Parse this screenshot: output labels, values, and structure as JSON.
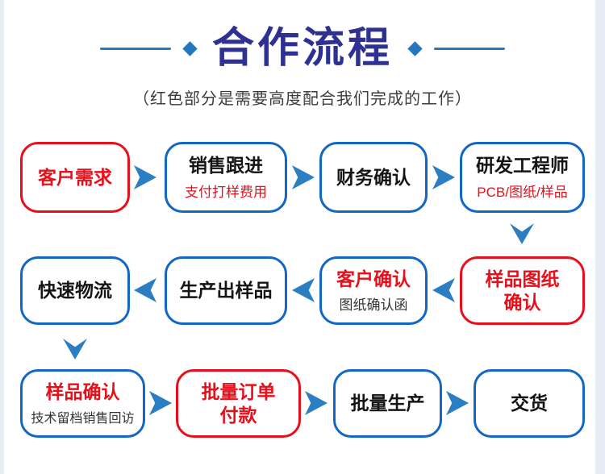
{
  "header": {
    "title": "合作流程",
    "subtitle": "（红色部分是需要高度配合我们完成的工作）"
  },
  "legend_note": "red boxes/text = steps requiring close customer cooperation",
  "colors": {
    "title_navy": "#2E3192",
    "decor_blue": "#2878BE",
    "box_border_blue": "#1266C4",
    "arrow_blue": "#2B7EC2",
    "highlight_red": "#E60F1A",
    "text_dark": "#151515",
    "page_margin": "#E8ECF4"
  },
  "steps": {
    "customer_demand": {
      "title": "客户需求"
    },
    "sales_follow_up": {
      "title": "销售跟进",
      "subtitle": "支付打样费用"
    },
    "finance_confirm": {
      "title": "财务确认"
    },
    "rd_engineer": {
      "title": "研发工程师",
      "subtitle": "PCB/图纸/样品"
    },
    "sample_drawing_confirm": {
      "title": "样品图纸\n确认"
    },
    "customer_confirm": {
      "title": "客户确认",
      "subtitle": "图纸确认函"
    },
    "produce_sample": {
      "title": "生产出样品"
    },
    "fast_logistics": {
      "title": "快速物流"
    },
    "sample_confirm": {
      "title": "样品确认",
      "subtitle": "技术留档销售回访"
    },
    "bulk_order_payment": {
      "title": "批量订单\n付款"
    },
    "mass_production": {
      "title": "批量生产"
    },
    "delivery": {
      "title": "交货"
    }
  }
}
